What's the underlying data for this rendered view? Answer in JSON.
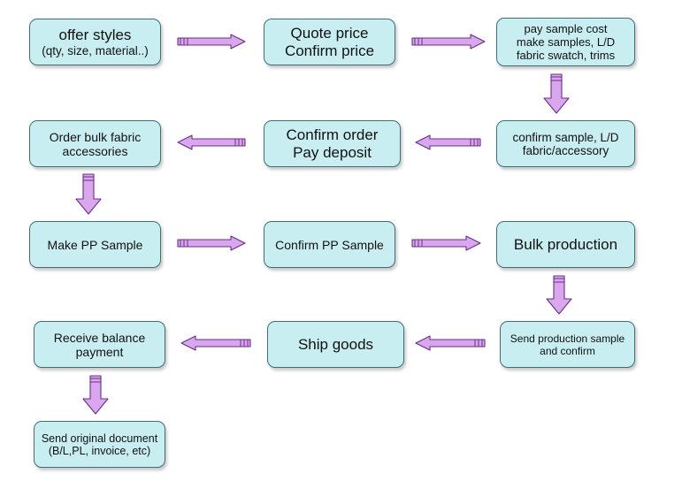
{
  "colors": {
    "box_fill": "#c9eef2",
    "box_border": "#3f6f74",
    "arrow_fill": "#d9a7ee",
    "arrow_stroke": "#6a2d86"
  },
  "icons": {
    "right": "arrow-right-icon",
    "left": "arrow-left-icon",
    "down": "arrow-down-icon"
  },
  "nodes": [
    {
      "id": "offer-styles",
      "lines": [
        "offer styles",
        "(qty, size, material..)"
      ]
    },
    {
      "id": "quote-price",
      "lines": [
        "Quote price",
        "Confirm price"
      ]
    },
    {
      "id": "pay-sample-cost",
      "lines": [
        "pay sample cost",
        "make samples, L/D",
        "fabric swatch, trims"
      ]
    },
    {
      "id": "order-bulk-fabric",
      "lines": [
        "Order bulk fabric",
        "accessories"
      ]
    },
    {
      "id": "confirm-order",
      "lines": [
        "Confirm order",
        "Pay deposit"
      ]
    },
    {
      "id": "confirm-sample",
      "lines": [
        "confirm sample, L/D",
        "fabric/accessory"
      ]
    },
    {
      "id": "make-pp-sample",
      "lines": [
        "Make PP Sample"
      ]
    },
    {
      "id": "confirm-pp-sample",
      "lines": [
        "Confirm PP Sample"
      ]
    },
    {
      "id": "bulk-production",
      "lines": [
        "Bulk production"
      ]
    },
    {
      "id": "receive-balance",
      "lines": [
        "Receive balance",
        "payment"
      ]
    },
    {
      "id": "ship-goods",
      "lines": [
        "Ship goods"
      ]
    },
    {
      "id": "send-production-sample",
      "lines": [
        "Send production sample",
        "and confirm"
      ]
    },
    {
      "id": "send-original-document",
      "lines": [
        "Send original document",
        "(B/L,PL, invoice, etc)"
      ]
    }
  ],
  "edges": [
    {
      "from": "offer-styles",
      "to": "quote-price",
      "dir": "right"
    },
    {
      "from": "quote-price",
      "to": "pay-sample-cost",
      "dir": "right"
    },
    {
      "from": "pay-sample-cost",
      "to": "confirm-sample",
      "dir": "down"
    },
    {
      "from": "confirm-sample",
      "to": "confirm-order",
      "dir": "left"
    },
    {
      "from": "confirm-order",
      "to": "order-bulk-fabric",
      "dir": "left"
    },
    {
      "from": "order-bulk-fabric",
      "to": "make-pp-sample",
      "dir": "down"
    },
    {
      "from": "make-pp-sample",
      "to": "confirm-pp-sample",
      "dir": "right"
    },
    {
      "from": "confirm-pp-sample",
      "to": "bulk-production",
      "dir": "right"
    },
    {
      "from": "bulk-production",
      "to": "send-production-sample",
      "dir": "down"
    },
    {
      "from": "send-production-sample",
      "to": "ship-goods",
      "dir": "left"
    },
    {
      "from": "ship-goods",
      "to": "receive-balance",
      "dir": "left"
    },
    {
      "from": "receive-balance",
      "to": "send-original-document",
      "dir": "down"
    }
  ]
}
